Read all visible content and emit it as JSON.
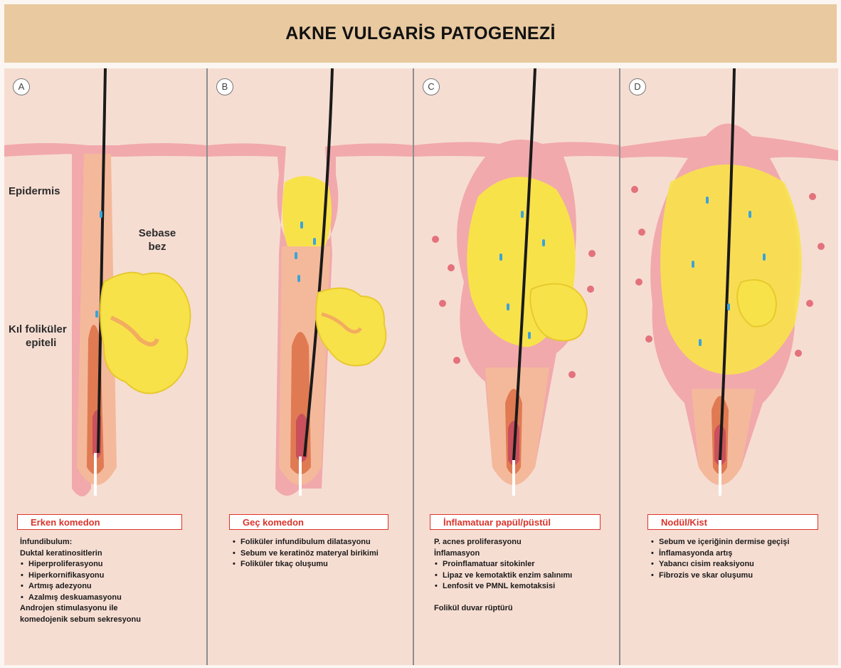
{
  "title": "AKNE VULGARİS PATOGENEZİ",
  "labels": {
    "epidermis": "Epidermis",
    "sebaceous_line1": "Sebase",
    "sebaceous_line2": "bez",
    "follicle_line1": "Kıl foliküler",
    "follicle_line2": "epiteli"
  },
  "panels": [
    {
      "letter": "A",
      "stage": "Erken komedon",
      "intro": [
        "İnfundibulum:",
        "Duktal keratinositlerin"
      ],
      "bullets": [
        "Hiperproliferasyonu",
        "Hiperkornifikasyonu",
        "Artmış adezyonu",
        "Azalmış deskuamasyonu"
      ],
      "outro": [
        "Androjen stimulasyonu ile",
        "komedojenik sebum sekresyonu"
      ]
    },
    {
      "letter": "B",
      "stage": "Geç komedon",
      "bullets": [
        "Foliküler infundibulum dilatasyonu",
        "Sebum ve keratinöz materyal birikimi",
        "Foliküler tıkaç oluşumu"
      ]
    },
    {
      "letter": "C",
      "stage": "İnflamatuar papül/püstül",
      "intro": [
        "P. acnes proliferasyonu",
        "İnflamasyon"
      ],
      "bullets": [
        "Proinflamatuar sitokinler",
        "Lipaz ve kemotaktik enzim salınımı",
        "Lenfosit ve PMNL kemotaksisi"
      ],
      "outro": [
        "Folikül duvar rüptürü"
      ]
    },
    {
      "letter": "D",
      "stage": "Nodül/Kist",
      "bullets": [
        "Sebum ve içeriğinin dermise geçişi",
        "İnflamasyonda artış",
        "Yabancı cisim reaksiyonu",
        "Fibrozis ve skar oluşumu"
      ]
    }
  ],
  "colors": {
    "title_band": "#e9c9a0",
    "stage_text": "#d9342b",
    "dermis": "#f6ddd2",
    "epidermis": "#f1a9ac",
    "sebum": "#f8e24a",
    "hair": "#1a1a1a",
    "bacteria": "#3ba3d9"
  }
}
